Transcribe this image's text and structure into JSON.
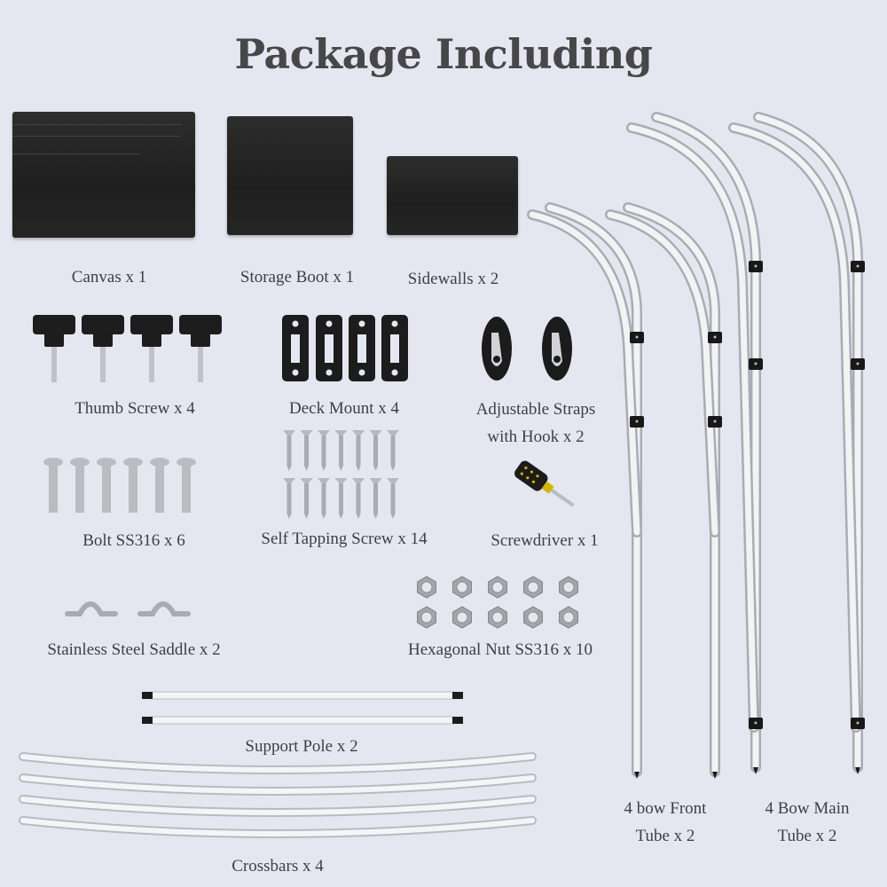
{
  "title": "Package Including",
  "items": {
    "canvas": "Canvas x 1",
    "storage_boot": "Storage Boot x 1",
    "sidewalls": "Sidewalls x  2",
    "thumb_screw": "Thumb Screw x 4",
    "deck_mount": "Deck Mount x 4",
    "straps_line1": "Adjustable Straps",
    "straps_line2": "with Hook x 2",
    "bolt": "Bolt SS316 x 6",
    "self_tapping": "Self Tapping Screw x 14",
    "screwdriver": "Screwdriver x 1",
    "saddle": "Stainless Steel Saddle x 2",
    "hex_nut": "Hexagonal Nut SS316 x 10",
    "support_pole": "Support Pole x 2",
    "crossbars": "Crossbars x 4",
    "front_tube_line1": "4 bow Front",
    "front_tube_line2": "Tube x 2",
    "main_tube_line1": "4 Bow Main",
    "main_tube_line2": "Tube x 2"
  },
  "counts": {
    "thumb_screw": 4,
    "deck_mount": 4,
    "straps": 2,
    "bolt": 6,
    "self_tapping": 14,
    "screwdriver": 1,
    "saddle": 2,
    "hex_nut": 10,
    "support_pole": 2,
    "crossbars": 4,
    "front_tube": 2,
    "main_tube": 2
  },
  "colors": {
    "background": "#e4e7ef",
    "text": "#3f3f43",
    "fabric": "#222222",
    "metal": "#c9ccd2"
  }
}
